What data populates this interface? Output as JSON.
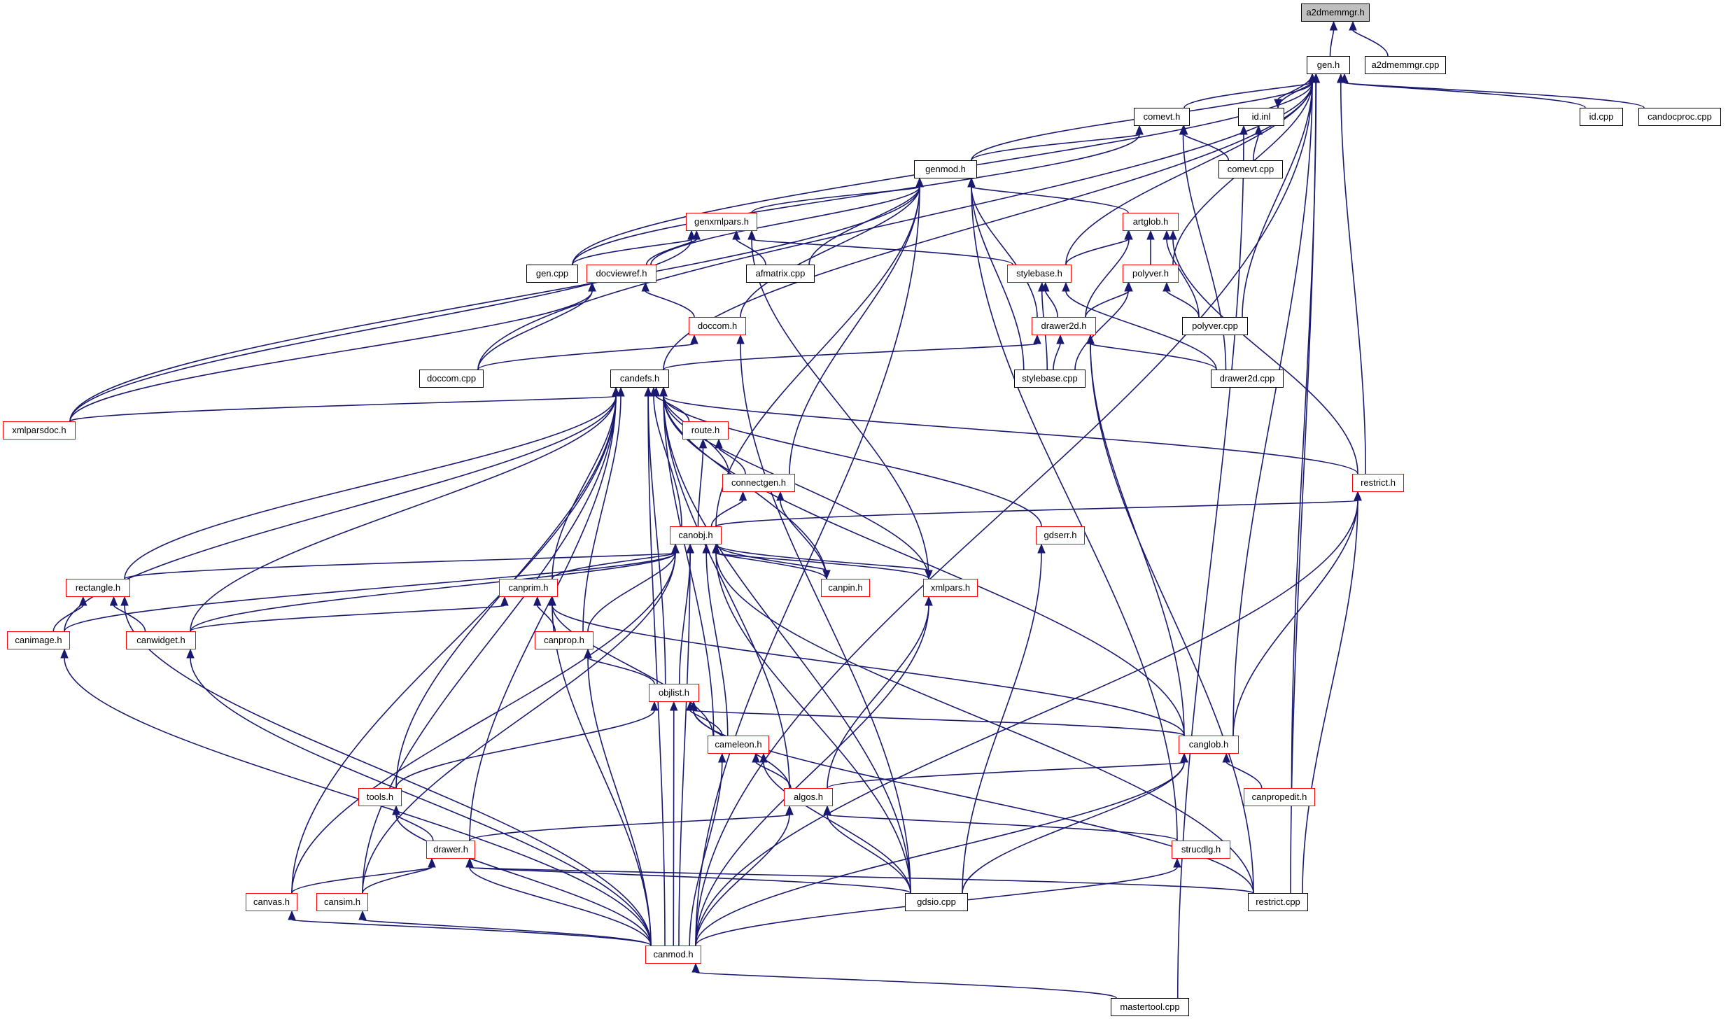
{
  "colors": {
    "edge": "#191970",
    "box_border": "#000000",
    "truncated_border": "#ff0000",
    "root_fill": "#bfbfbf",
    "background": "#ffffff"
  },
  "nodes": [
    {
      "id": "a2dmemmgr_h",
      "label": "a2dmemmgr.h",
      "style": "root"
    },
    {
      "id": "gen_h",
      "label": "gen.h",
      "style": "black"
    },
    {
      "id": "a2dmemmgr_cpp",
      "label": "a2dmemmgr.cpp",
      "style": "black"
    },
    {
      "id": "comevt_h",
      "label": "comevt.h",
      "style": "black"
    },
    {
      "id": "id_inl",
      "label": "id.inl",
      "style": "black"
    },
    {
      "id": "id_cpp",
      "label": "id.cpp",
      "style": "black"
    },
    {
      "id": "candocproc_cpp",
      "label": "candocproc.cpp",
      "style": "black"
    },
    {
      "id": "comevt_cpp",
      "label": "comevt.cpp",
      "style": "black"
    },
    {
      "id": "genmod_h",
      "label": "genmod.h",
      "style": "black"
    },
    {
      "id": "genxmlpars_h",
      "label": "genxmlpars.h",
      "style": "red"
    },
    {
      "id": "artglob_h",
      "label": "artglob.h",
      "style": "red"
    },
    {
      "id": "gen_cpp",
      "label": "gen.cpp",
      "style": "black"
    },
    {
      "id": "docviewref_h",
      "label": "docviewref.h",
      "style": "red"
    },
    {
      "id": "afmatrix_cpp",
      "label": "afmatrix.cpp",
      "style": "black"
    },
    {
      "id": "stylebase_h",
      "label": "stylebase.h",
      "style": "red"
    },
    {
      "id": "polyver_h",
      "label": "polyver.h",
      "style": "red"
    },
    {
      "id": "doccom_h",
      "label": "doccom.h",
      "style": "red"
    },
    {
      "id": "drawer2d_h",
      "label": "drawer2d.h",
      "style": "red"
    },
    {
      "id": "polyver_cpp",
      "label": "polyver.cpp",
      "style": "black"
    },
    {
      "id": "doccom_cpp",
      "label": "doccom.cpp",
      "style": "black"
    },
    {
      "id": "candefs_h",
      "label": "candefs.h",
      "style": "black"
    },
    {
      "id": "stylebase_cpp",
      "label": "stylebase.cpp",
      "style": "black"
    },
    {
      "id": "drawer2d_cpp",
      "label": "drawer2d.cpp",
      "style": "black"
    },
    {
      "id": "xmlparsdoc_h",
      "label": "xmlparsdoc.h",
      "style": "red"
    },
    {
      "id": "route_h",
      "label": "route.h",
      "style": "red"
    },
    {
      "id": "connectgen_h",
      "label": "connectgen.h",
      "style": "red"
    },
    {
      "id": "restrict_h",
      "label": "restrict.h",
      "style": "red"
    },
    {
      "id": "gdserr_h",
      "label": "gdserr.h",
      "style": "red"
    },
    {
      "id": "canobj_h",
      "label": "canobj.h",
      "style": "red"
    },
    {
      "id": "rectangle_h",
      "label": "rectangle.h",
      "style": "red"
    },
    {
      "id": "canprim_h",
      "label": "canprim.h",
      "style": "red"
    },
    {
      "id": "canpin_h",
      "label": "canpin.h",
      "style": "red"
    },
    {
      "id": "xmlpars_h",
      "label": "xmlpars.h",
      "style": "red"
    },
    {
      "id": "canimage_h",
      "label": "canimage.h",
      "style": "red"
    },
    {
      "id": "canwidget_h",
      "label": "canwidget.h",
      "style": "red"
    },
    {
      "id": "canprop_h",
      "label": "canprop.h",
      "style": "red"
    },
    {
      "id": "objlist_h",
      "label": "objlist.h",
      "style": "red"
    },
    {
      "id": "cameleon_h",
      "label": "cameleon.h",
      "style": "red"
    },
    {
      "id": "canglob_h",
      "label": "canglob.h",
      "style": "red"
    },
    {
      "id": "tools_h",
      "label": "tools.h",
      "style": "red"
    },
    {
      "id": "algos_h",
      "label": "algos.h",
      "style": "red"
    },
    {
      "id": "canpropedit_h",
      "label": "canpropedit.h",
      "style": "red"
    },
    {
      "id": "drawer_h",
      "label": "drawer.h",
      "style": "red"
    },
    {
      "id": "strucdlg_h",
      "label": "strucdlg.h",
      "style": "red"
    },
    {
      "id": "canvas_h",
      "label": "canvas.h",
      "style": "red"
    },
    {
      "id": "cansim_h",
      "label": "cansim.h",
      "style": "red"
    },
    {
      "id": "gdsio_cpp",
      "label": "gdsio.cpp",
      "style": "black"
    },
    {
      "id": "restrict_cpp",
      "label": "restrict.cpp",
      "style": "black"
    },
    {
      "id": "canmod_h",
      "label": "canmod.h",
      "style": "red"
    },
    {
      "id": "mastertool_cpp",
      "label": "mastertool.cpp",
      "style": "black"
    }
  ],
  "edges": [
    [
      "gen_h",
      "a2dmemmgr_h"
    ],
    [
      "a2dmemmgr_cpp",
      "a2dmemmgr_h"
    ],
    [
      "comevt_h",
      "gen_h"
    ],
    [
      "id_inl",
      "gen_h"
    ],
    [
      "gen_h",
      "id_inl"
    ],
    [
      "id_cpp",
      "gen_h"
    ],
    [
      "candocproc_cpp",
      "gen_h"
    ],
    [
      "genmod_h",
      "gen_h"
    ],
    [
      "gen_cpp",
      "gen_h"
    ],
    [
      "doccom_cpp",
      "gen_h"
    ],
    [
      "candefs_h",
      "gen_h"
    ],
    [
      "stylebase_h",
      "gen_h"
    ],
    [
      "polyver_h",
      "gen_h"
    ],
    [
      "polyver_cpp",
      "gen_h"
    ],
    [
      "canglob_h",
      "gen_h"
    ],
    [
      "restrict_h",
      "gen_h"
    ],
    [
      "canpropedit_h",
      "gen_h"
    ],
    [
      "restrict_cpp",
      "gen_h"
    ],
    [
      "canmod_h",
      "gen_h"
    ],
    [
      "comevt_cpp",
      "comevt_h"
    ],
    [
      "genmod_h",
      "comevt_h"
    ],
    [
      "gen_cpp",
      "comevt_h"
    ],
    [
      "drawer2d_cpp",
      "comevt_h"
    ],
    [
      "comevt_cpp",
      "id_inl"
    ],
    [
      "mastertool_cpp",
      "id_inl"
    ],
    [
      "genxmlpars_h",
      "genmod_h"
    ],
    [
      "artglob_h",
      "genmod_h"
    ],
    [
      "docviewref_h",
      "genmod_h"
    ],
    [
      "afmatrix_cpp",
      "genmod_h"
    ],
    [
      "doccom_h",
      "genmod_h"
    ],
    [
      "drawer2d_h",
      "genmod_h"
    ],
    [
      "stylebase_cpp",
      "genmod_h"
    ],
    [
      "connectgen_h",
      "genmod_h"
    ],
    [
      "xmlparsdoc_h",
      "genmod_h"
    ],
    [
      "canobj_h",
      "genmod_h"
    ],
    [
      "strucdlg_h",
      "genmod_h"
    ],
    [
      "canmod_h",
      "genmod_h"
    ],
    [
      "gen_cpp",
      "genxmlpars_h"
    ],
    [
      "docviewref_h",
      "genxmlpars_h"
    ],
    [
      "afmatrix_cpp",
      "genxmlpars_h"
    ],
    [
      "stylebase_h",
      "genxmlpars_h"
    ],
    [
      "xmlpars_h",
      "genxmlpars_h"
    ],
    [
      "xmlparsdoc_h",
      "genxmlpars_h"
    ],
    [
      "stylebase_h",
      "artglob_h"
    ],
    [
      "polyver_h",
      "artglob_h"
    ],
    [
      "drawer2d_h",
      "artglob_h"
    ],
    [
      "polyver_cpp",
      "artglob_h"
    ],
    [
      "restrict_h",
      "artglob_h"
    ],
    [
      "doccom_h",
      "docviewref_h"
    ],
    [
      "doccom_cpp",
      "docviewref_h"
    ],
    [
      "xmlparsdoc_h",
      "docviewref_h"
    ],
    [
      "drawer2d_h",
      "stylebase_h"
    ],
    [
      "stylebase_cpp",
      "stylebase_h"
    ],
    [
      "drawer2d_cpp",
      "stylebase_h"
    ],
    [
      "drawer2d_h",
      "polyver_h"
    ],
    [
      "polyver_cpp",
      "polyver_h"
    ],
    [
      "stylebase_cpp",
      "polyver_h"
    ],
    [
      "doccom_cpp",
      "doccom_h"
    ],
    [
      "gdsio_cpp",
      "doccom_h"
    ],
    [
      "stylebase_cpp",
      "drawer2d_h"
    ],
    [
      "drawer2d_cpp",
      "drawer2d_h"
    ],
    [
      "candefs_h",
      "drawer2d_h"
    ],
    [
      "canglob_h",
      "drawer2d_h"
    ],
    [
      "restrict_cpp",
      "drawer2d_h"
    ],
    [
      "xmlparsdoc_h",
      "candefs_h"
    ],
    [
      "route_h",
      "candefs_h"
    ],
    [
      "connectgen_h",
      "candefs_h"
    ],
    [
      "restrict_h",
      "candefs_h"
    ],
    [
      "gdserr_h",
      "candefs_h"
    ],
    [
      "canobj_h",
      "candefs_h"
    ],
    [
      "rectangle_h",
      "candefs_h"
    ],
    [
      "canprim_h",
      "candefs_h"
    ],
    [
      "canpin_h",
      "candefs_h"
    ],
    [
      "xmlpars_h",
      "candefs_h"
    ],
    [
      "canimage_h",
      "candefs_h"
    ],
    [
      "canwidget_h",
      "candefs_h"
    ],
    [
      "canprop_h",
      "candefs_h"
    ],
    [
      "objlist_h",
      "candefs_h"
    ],
    [
      "cameleon_h",
      "candefs_h"
    ],
    [
      "canglob_h",
      "candefs_h"
    ],
    [
      "tools_h",
      "candefs_h"
    ],
    [
      "algos_h",
      "candefs_h"
    ],
    [
      "drawer_h",
      "candefs_h"
    ],
    [
      "canvas_h",
      "candefs_h"
    ],
    [
      "cansim_h",
      "candefs_h"
    ],
    [
      "gdsio_cpp",
      "candefs_h"
    ],
    [
      "canmod_h",
      "candefs_h"
    ],
    [
      "connectgen_h",
      "route_h"
    ],
    [
      "canobj_h",
      "route_h"
    ],
    [
      "canobj_h",
      "connectgen_h"
    ],
    [
      "canpin_h",
      "connectgen_h"
    ],
    [
      "canobj_h",
      "restrict_h"
    ],
    [
      "canglob_h",
      "restrict_h"
    ],
    [
      "restrict_cpp",
      "restrict_h"
    ],
    [
      "canmod_h",
      "restrict_h"
    ],
    [
      "gdsio_cpp",
      "gdserr_h"
    ],
    [
      "rectangle_h",
      "canobj_h"
    ],
    [
      "canprim_h",
      "canobj_h"
    ],
    [
      "canpin_h",
      "canobj_h"
    ],
    [
      "xmlpars_h",
      "canobj_h"
    ],
    [
      "canimage_h",
      "canobj_h"
    ],
    [
      "canwidget_h",
      "canobj_h"
    ],
    [
      "canprop_h",
      "canobj_h"
    ],
    [
      "objlist_h",
      "canobj_h"
    ],
    [
      "cameleon_h",
      "canobj_h"
    ],
    [
      "canvas_h",
      "canobj_h"
    ],
    [
      "cansim_h",
      "canobj_h"
    ],
    [
      "gdsio_cpp",
      "canobj_h"
    ],
    [
      "restrict_cpp",
      "canobj_h"
    ],
    [
      "canmod_h",
      "canobj_h"
    ],
    [
      "canobj_h",
      "canpin_h"
    ],
    [
      "canobj_h",
      "xmlpars_h"
    ],
    [
      "canimage_h",
      "rectangle_h"
    ],
    [
      "canwidget_h",
      "rectangle_h"
    ],
    [
      "canmod_h",
      "rectangle_h"
    ],
    [
      "canprop_h",
      "canprim_h"
    ],
    [
      "canwidget_h",
      "canprim_h"
    ],
    [
      "canglob_h",
      "canprim_h"
    ],
    [
      "cameleon_h",
      "canprim_h"
    ],
    [
      "canmod_h",
      "canprim_h"
    ],
    [
      "algos_h",
      "xmlpars_h"
    ],
    [
      "canmod_h",
      "xmlpars_h"
    ],
    [
      "canmod_h",
      "canimage_h"
    ],
    [
      "canmod_h",
      "canwidget_h"
    ],
    [
      "objlist_h",
      "canprop_h"
    ],
    [
      "canmod_h",
      "canprop_h"
    ],
    [
      "cameleon_h",
      "objlist_h"
    ],
    [
      "algos_h",
      "objlist_h"
    ],
    [
      "canglob_h",
      "objlist_h"
    ],
    [
      "tools_h",
      "objlist_h"
    ],
    [
      "restrict_cpp",
      "objlist_h"
    ],
    [
      "canmod_h",
      "objlist_h"
    ],
    [
      "algos_h",
      "cameleon_h"
    ],
    [
      "gdsio_cpp",
      "cameleon_h"
    ],
    [
      "canmod_h",
      "cameleon_h"
    ],
    [
      "algos_h",
      "canglob_h"
    ],
    [
      "canpropedit_h",
      "canglob_h"
    ],
    [
      "gdsio_cpp",
      "canglob_h"
    ],
    [
      "canmod_h",
      "canglob_h"
    ],
    [
      "drawer_h",
      "tools_h"
    ],
    [
      "canmod_h",
      "tools_h"
    ],
    [
      "drawer_h",
      "algos_h"
    ],
    [
      "strucdlg_h",
      "algos_h"
    ],
    [
      "gdsio_cpp",
      "algos_h"
    ],
    [
      "canmod_h",
      "algos_h"
    ],
    [
      "canvas_h",
      "drawer_h"
    ],
    [
      "cansim_h",
      "drawer_h"
    ],
    [
      "gdsio_cpp",
      "drawer_h"
    ],
    [
      "restrict_cpp",
      "drawer_h"
    ],
    [
      "canmod_h",
      "drawer_h"
    ],
    [
      "canmod_h",
      "strucdlg_h"
    ],
    [
      "canmod_h",
      "canvas_h"
    ],
    [
      "canmod_h",
      "cansim_h"
    ],
    [
      "mastertool_cpp",
      "canmod_h"
    ]
  ]
}
